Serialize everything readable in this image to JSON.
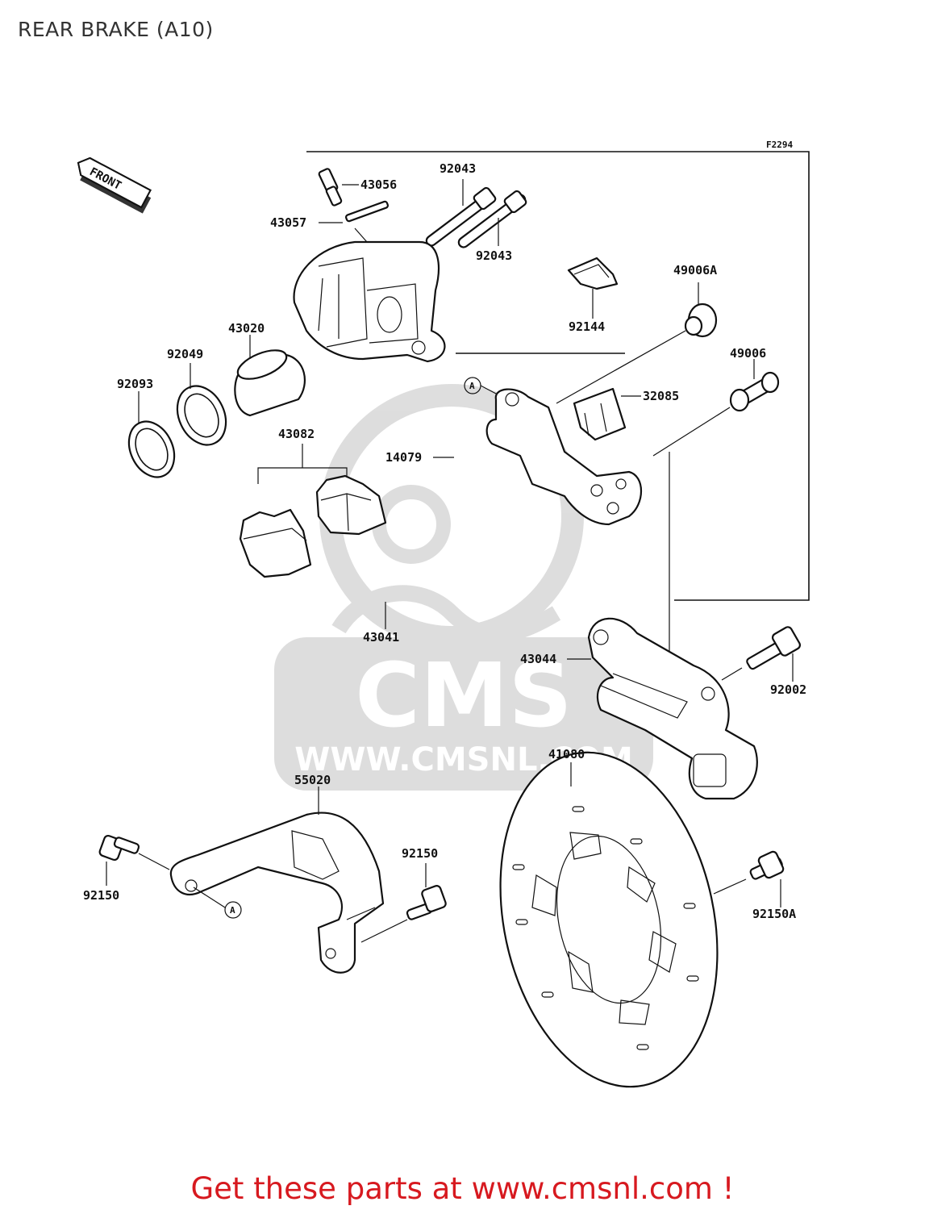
{
  "page_title": "REAR BRAKE (A10)",
  "figure_code": "F2294",
  "front_label": "FRONT",
  "callout_letter": "A",
  "watermark": {
    "brand": "CMS",
    "url": "WWW.CMSNL.COM"
  },
  "cta": "Get these parts at www.cmsnl.com !",
  "labels": {
    "p43056": "43056",
    "p92043a": "92043",
    "p43057": "43057",
    "p92043b": "92043",
    "p49006A": "49006A",
    "p43020": "43020",
    "p92144": "92144",
    "p49006": "49006",
    "p92049": "92049",
    "p92093": "92093",
    "p32085": "32085",
    "p43082": "43082",
    "p14079": "14079",
    "p43041": "43041",
    "p43044": "43044",
    "p92002": "92002",
    "p41080": "41080",
    "p55020": "55020",
    "p92150a": "92150",
    "p92150b": "92150",
    "p92150A": "92150A"
  }
}
